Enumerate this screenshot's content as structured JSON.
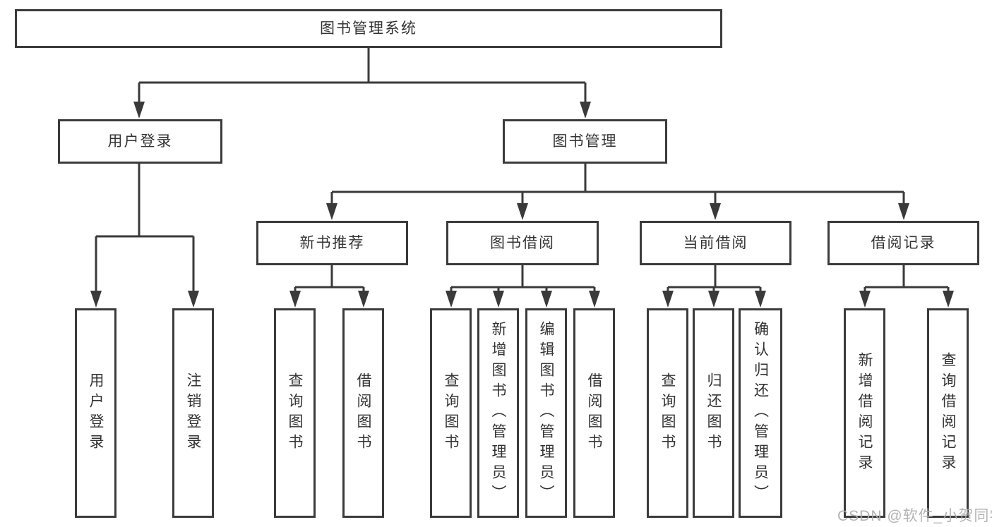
{
  "diagram": {
    "root": {
      "label": "图书管理系统"
    },
    "level2": {
      "user_login": {
        "label": "用户登录"
      },
      "book_management": {
        "label": "图书管理"
      }
    },
    "level3": {
      "new_book_recommend": {
        "label": "新书推荐",
        "parent": "图书管理"
      },
      "book_borrowing": {
        "label": "图书借阅",
        "parent": "图书管理"
      },
      "current_borrowing": {
        "label": "当前借阅",
        "parent": "图书管理"
      },
      "borrowing_records": {
        "label": "借阅记录",
        "parent": "图书管理"
      }
    },
    "leaves": [
      {
        "label": "用户登录",
        "parent": "用户登录"
      },
      {
        "label": "注销登录",
        "parent": "用户登录"
      },
      {
        "label": "查询图书",
        "parent": "新书推荐"
      },
      {
        "label": "借阅图书",
        "parent": "新书推荐"
      },
      {
        "label": "查询图书",
        "parent": "图书借阅"
      },
      {
        "label": "新增图书（管理员）",
        "parent": "图书借阅"
      },
      {
        "label": "编辑图书（管理员）",
        "parent": "图书借阅"
      },
      {
        "label": "借阅图书",
        "parent": "图书借阅"
      },
      {
        "label": "查询图书",
        "parent": "当前借阅"
      },
      {
        "label": "归还图书",
        "parent": "当前借阅"
      },
      {
        "label": "确认归还（管理员）",
        "parent": "当前借阅"
      },
      {
        "label": "新增借阅记录",
        "parent": "借阅记录"
      },
      {
        "label": "查询借阅记录",
        "parent": "借阅记录"
      }
    ]
  },
  "watermark": {
    "text": "CSDN @软件_小贺同学"
  },
  "colors": {
    "line": "#3a3a3a",
    "box_border": "#3b3b3b",
    "text": "#333333",
    "node_background": "#ffffff",
    "page_background": "#ffffff",
    "watermark": "#acacac"
  }
}
